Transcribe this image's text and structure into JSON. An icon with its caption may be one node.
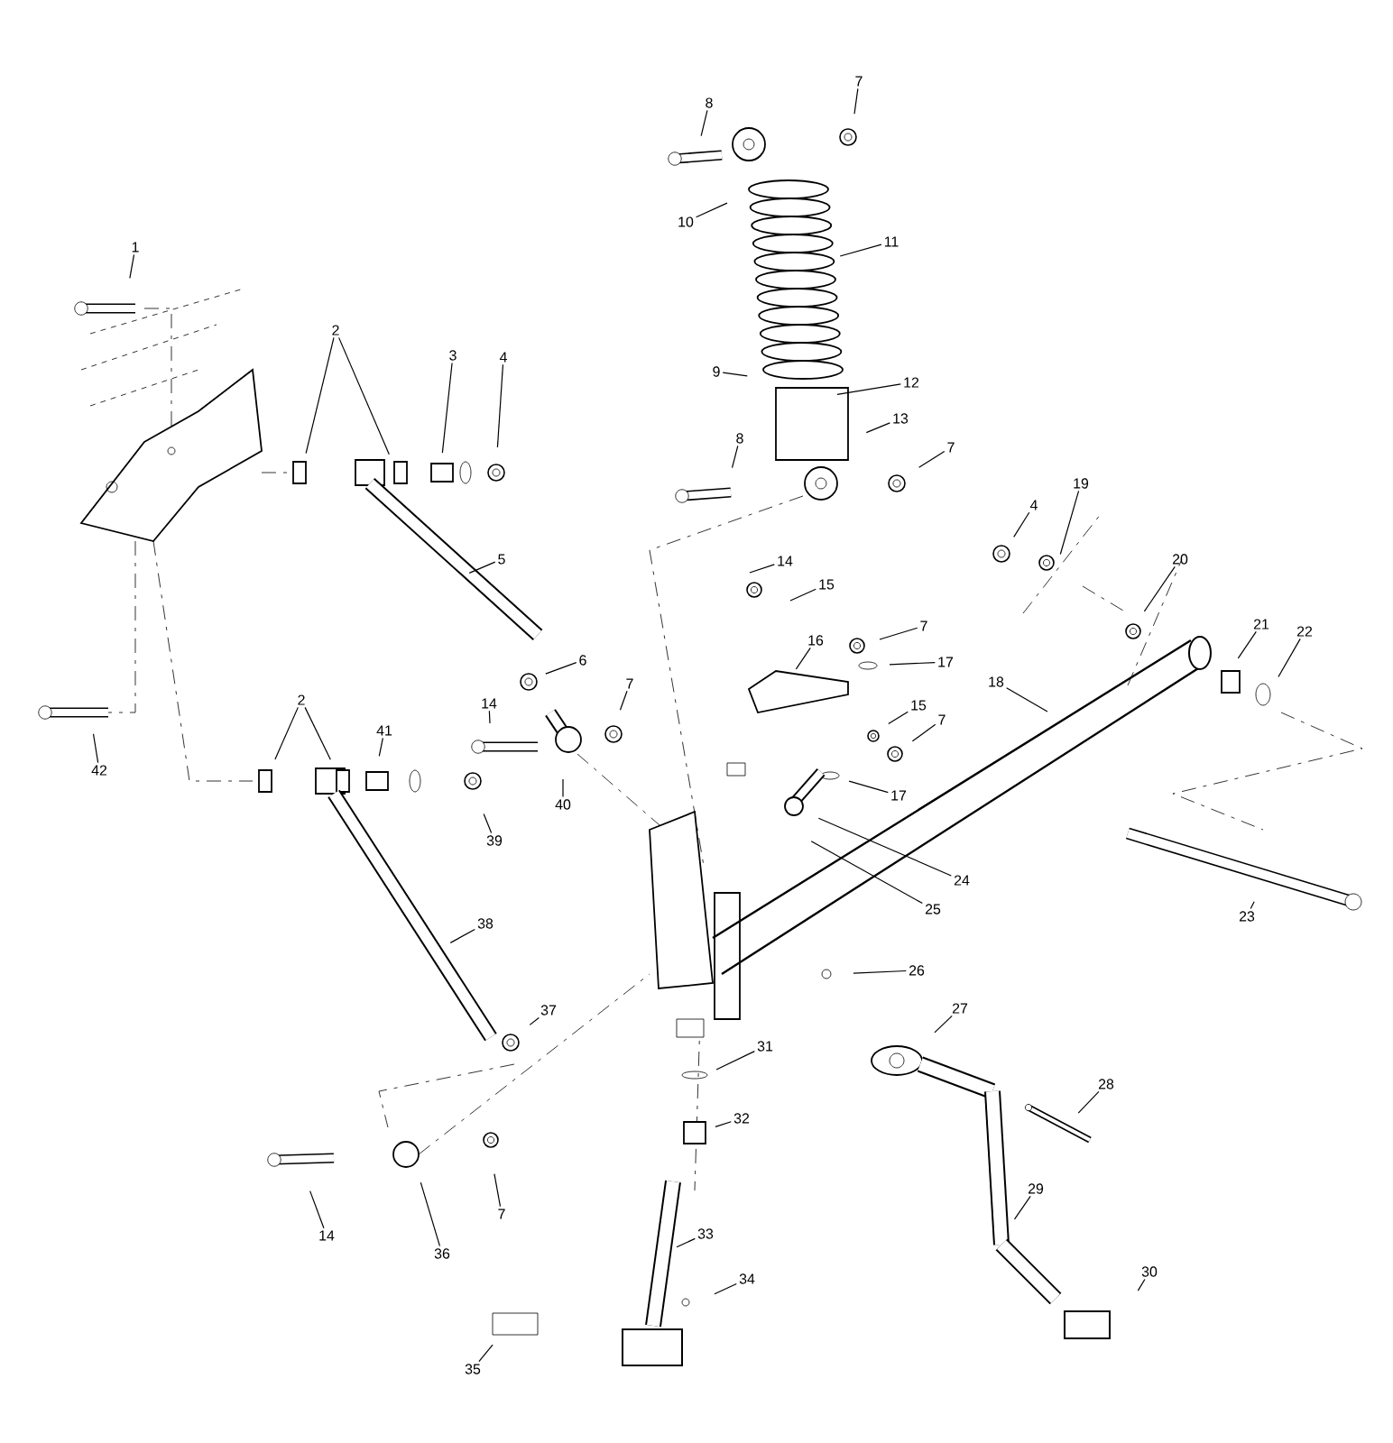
{
  "diagram": {
    "nodes": [
      {
        "text": [
          "1"
        ]
      },
      {
        "text": [
          "2"
        ]
      },
      {
        "text": [
          "3"
        ]
      },
      {
        "text": [
          "4"
        ]
      },
      {
        "text": [
          "5"
        ]
      },
      {
        "text": [
          "6"
        ]
      },
      {
        "text": [
          "14"
        ]
      },
      {
        "text": [
          "7"
        ]
      },
      {
        "text": [
          "41"
        ]
      },
      {
        "text": [
          "2"
        ]
      },
      {
        "text": [
          "42"
        ]
      },
      {
        "text": [
          "40"
        ]
      },
      {
        "text": [
          "39"
        ]
      },
      {
        "text": [
          "8"
        ]
      },
      {
        "text": [
          "7"
        ]
      },
      {
        "text": [
          "10"
        ]
      },
      {
        "text": [
          "11"
        ]
      },
      {
        "text": [
          "9"
        ]
      },
      {
        "text": [
          "12"
        ]
      },
      {
        "text": [
          "13"
        ]
      },
      {
        "text": [
          "8"
        ]
      },
      {
        "text": [
          "7"
        ]
      },
      {
        "text": [
          "14"
        ]
      },
      {
        "text": [
          "15"
        ]
      },
      {
        "text": [
          "16"
        ]
      },
      {
        "text": [
          "7"
        ]
      },
      {
        "text": [
          "17"
        ]
      },
      {
        "text": [
          "15"
        ]
      },
      {
        "text": [
          "7"
        ]
      },
      {
        "text": [
          "17"
        ]
      },
      {
        "text": [
          "4"
        ]
      },
      {
        "text": [
          "19"
        ]
      },
      {
        "text": [
          "20"
        ]
      },
      {
        "text": [
          "18"
        ]
      },
      {
        "text": [
          "21"
        ]
      },
      {
        "text": [
          "22"
        ]
      },
      {
        "text": [
          "24"
        ]
      },
      {
        "text": [
          "25"
        ]
      },
      {
        "text": [
          "23"
        ]
      },
      {
        "text": [
          "26"
        ]
      },
      {
        "text": [
          "27"
        ]
      },
      {
        "text": [
          "28"
        ]
      },
      {
        "text": [
          "29"
        ]
      },
      {
        "text": [
          "30"
        ]
      },
      {
        "text": [
          "38"
        ]
      },
      {
        "text": [
          "37"
        ]
      },
      {
        "text": [
          "31"
        ]
      },
      {
        "text": [
          "32"
        ]
      },
      {
        "text": [
          "33"
        ]
      },
      {
        "text": [
          "34"
        ]
      },
      {
        "text": [
          "14"
        ]
      },
      {
        "text": [
          "36"
        ]
      },
      {
        "text": [
          "7"
        ]
      },
      {
        "text": [
          "35"
        ]
      }
    ],
    "edges": [
      {
        "from": 0,
        "to": null,
        "arrow": "none"
      },
      {
        "from": 1,
        "to": null,
        "arrow": "none"
      },
      {
        "from": 1,
        "to": null,
        "arrow": "none"
      },
      {
        "from": 2,
        "to": null,
        "arrow": "none"
      },
      {
        "from": 3,
        "to": null,
        "arrow": "none"
      },
      {
        "from": 4,
        "to": null,
        "arrow": "none"
      },
      {
        "from": 5,
        "to": null,
        "arrow": "none"
      },
      {
        "from": 6,
        "to": null,
        "arrow": "none"
      },
      {
        "from": 7,
        "to": null,
        "arrow": "none"
      },
      {
        "from": 8,
        "to": null,
        "arrow": "none"
      },
      {
        "from": 9,
        "to": null,
        "arrow": "none"
      },
      {
        "from": 9,
        "to": null,
        "arrow": "none"
      },
      {
        "from": 10,
        "to": null,
        "arrow": "none"
      },
      {
        "from": 11,
        "to": null,
        "arrow": "none"
      },
      {
        "from": 12,
        "to": null,
        "arrow": "none"
      },
      {
        "from": 13,
        "to": null,
        "arrow": "none"
      },
      {
        "from": 14,
        "to": null,
        "arrow": "none"
      },
      {
        "from": 15,
        "to": null,
        "arrow": "none"
      },
      {
        "from": 16,
        "to": null,
        "arrow": "none"
      },
      {
        "from": 17,
        "to": null,
        "arrow": "none"
      },
      {
        "from": 18,
        "to": null,
        "arrow": "none"
      },
      {
        "from": 19,
        "to": null,
        "arrow": "none"
      },
      {
        "from": 20,
        "to": null,
        "arrow": "none"
      },
      {
        "from": 21,
        "to": null,
        "arrow": "none"
      },
      {
        "from": 22,
        "to": null,
        "arrow": "none"
      },
      {
        "from": 23,
        "to": null,
        "arrow": "none"
      },
      {
        "from": 24,
        "to": null,
        "arrow": "none"
      },
      {
        "from": 25,
        "to": null,
        "arrow": "none"
      },
      {
        "from": 26,
        "to": null,
        "arrow": "none"
      },
      {
        "from": 27,
        "to": null,
        "arrow": "none"
      },
      {
        "from": 28,
        "to": null,
        "arrow": "none"
      },
      {
        "from": 29,
        "to": null,
        "arrow": "none"
      },
      {
        "from": 30,
        "to": null,
        "arrow": "none"
      },
      {
        "from": 31,
        "to": null,
        "arrow": "none"
      },
      {
        "from": 32,
        "to": null,
        "arrow": "none"
      },
      {
        "from": 33,
        "to": null,
        "arrow": "none"
      },
      {
        "from": 34,
        "to": null,
        "arrow": "none"
      },
      {
        "from": 35,
        "to": null,
        "arrow": "none"
      },
      {
        "from": 36,
        "to": null,
        "arrow": "none"
      },
      {
        "from": 37,
        "to": null,
        "arrow": "none"
      },
      {
        "from": 38,
        "to": null,
        "arrow": "none"
      },
      {
        "from": 39,
        "to": null,
        "arrow": "none"
      },
      {
        "from": 40,
        "to": null,
        "arrow": "none"
      },
      {
        "from": 41,
        "to": null,
        "arrow": "none"
      },
      {
        "from": 42,
        "to": null,
        "arrow": "none"
      },
      {
        "from": 43,
        "to": null,
        "arrow": "none"
      },
      {
        "from": 44,
        "to": null,
        "arrow": "none"
      },
      {
        "from": 45,
        "to": null,
        "arrow": "none"
      },
      {
        "from": 46,
        "to": null,
        "arrow": "none"
      },
      {
        "from": 47,
        "to": null,
        "arrow": "none"
      },
      {
        "from": 48,
        "to": null,
        "arrow": "none"
      },
      {
        "from": 49,
        "to": null,
        "arrow": "none"
      },
      {
        "from": 50,
        "to": null,
        "arrow": "none"
      },
      {
        "from": 51,
        "to": null,
        "arrow": "none"
      },
      {
        "from": 52,
        "to": null,
        "arrow": "none"
      },
      {
        "from": 53,
        "to": null,
        "arrow": "none"
      }
    ]
  }
}
